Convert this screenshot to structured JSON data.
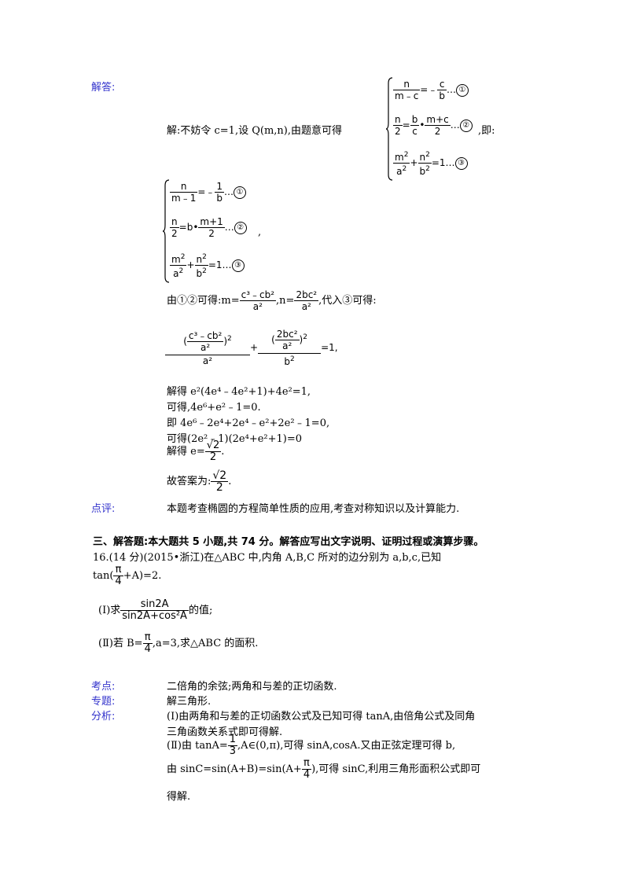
{
  "solution_label": "解答:",
  "solve_intro": "解:不妨令 c=1,设 Q(m,n),由题意可得",
  "sys1": {
    "eq1": {
      "num": "n",
      "den": "m﹣c",
      "rhs_num": "c",
      "rhs_den": "b",
      "tail": "…"
    },
    "eq2": {
      "lhs_num": "n",
      "lhs_den": "2",
      "a_num": "b",
      "a_den": "c",
      "b_num": "m+c",
      "b_den": "2",
      "tail": "…"
    },
    "eq3": {
      "tail": "=1…"
    }
  },
  "after_sys1": ",即:",
  "sys2": {
    "eq1": {
      "num": "n",
      "den": "m﹣1",
      "rhs_num": "1",
      "rhs_den": "b",
      "tail": "…"
    },
    "eq2": {
      "lhs_num": "n",
      "lhs_den": "2",
      "mid": "=b•",
      "b_num": "m+1",
      "b_den": "2",
      "tail": "…"
    },
    "eq3": {
      "tail": "=1…"
    }
  },
  "after_sys2": ",",
  "circles": [
    "①",
    "②",
    "③"
  ],
  "line_m_prefix": "由①②可得:m=",
  "line_m_num": "c³﹣cb²",
  "line_m_den": "a²",
  "line_n_prefix": ",n=",
  "line_n_num": "2bc²",
  "line_n_den": "a²",
  "line_mn_suffix": ",代入③可得:",
  "big_eq_tail": "=1,",
  "steps": [
    "解得 e²(4e⁴﹣4e²+1)+4e²=1,",
    "可得,4e⁶+e²﹣1=0.",
    "即 4e⁶﹣2e⁴+2e⁴﹣e²+2e²﹣1=0,",
    "可得(2e²﹣1)(2e⁴+e²+1)=0"
  ],
  "e_result_prefix": "解得 e=",
  "answer_prefix": "故答案为:",
  "sqrt2": "√2",
  "two": "2",
  "comment_label": "点评:",
  "comment_text": "本题考查椭圆的方程简单性质的应用,考查对称知识以及计算能力.",
  "section_title": "三、解答题:本大题共 5 小题,共 74 分。解答应写出文字说明、证明过程或演算步骤。",
  "q16_intro": "16.(14 分)(2015•浙江)在△ABC 中,内角 A,B,C 所对的边分别为 a,b,c,已知",
  "q16_tan_prefix": "tan(",
  "pi": "π",
  "four": "4",
  "q16_tan_suffix": "+A)=2.",
  "q16_part1_prefix": "(Ⅰ)求",
  "q16_part1_num": "sin2A",
  "q16_part1_den": "sin2A+cos²A",
  "q16_part1_suffix": "的值;",
  "q16_part2_prefix": "(Ⅱ)若 B=",
  "q16_part2_suffix": ",a=3,求△ABC 的面积.",
  "kaodian_label": "考点:",
  "kaodian_text": "二倍角的余弦;两角和与差的正切函数.",
  "zhuanti_label": "专题:",
  "zhuanti_text": "解三角形.",
  "fenxi_label": "分析:",
  "fenxi_1a": "(Ⅰ)由两角和与差的正切函数公式及已知可得 tanA,由倍角公式及同角",
  "fenxi_1b": "三角函数关系式即可得解.",
  "fenxi_2a_prefix": "(Ⅱ)由 tanA=",
  "one": "1",
  "three": "3",
  "fenxi_2a_suffix": ",A∈(0,π),可得 sinA,cosA.又由正弦定理可得 b,",
  "fenxi_2b_prefix": "由 sinC=sin(A+B)=sin(A+",
  "fenxi_2b_suffix": "),可得 sinC,利用三角形面积公式即可",
  "fenxi_2c": "得解."
}
